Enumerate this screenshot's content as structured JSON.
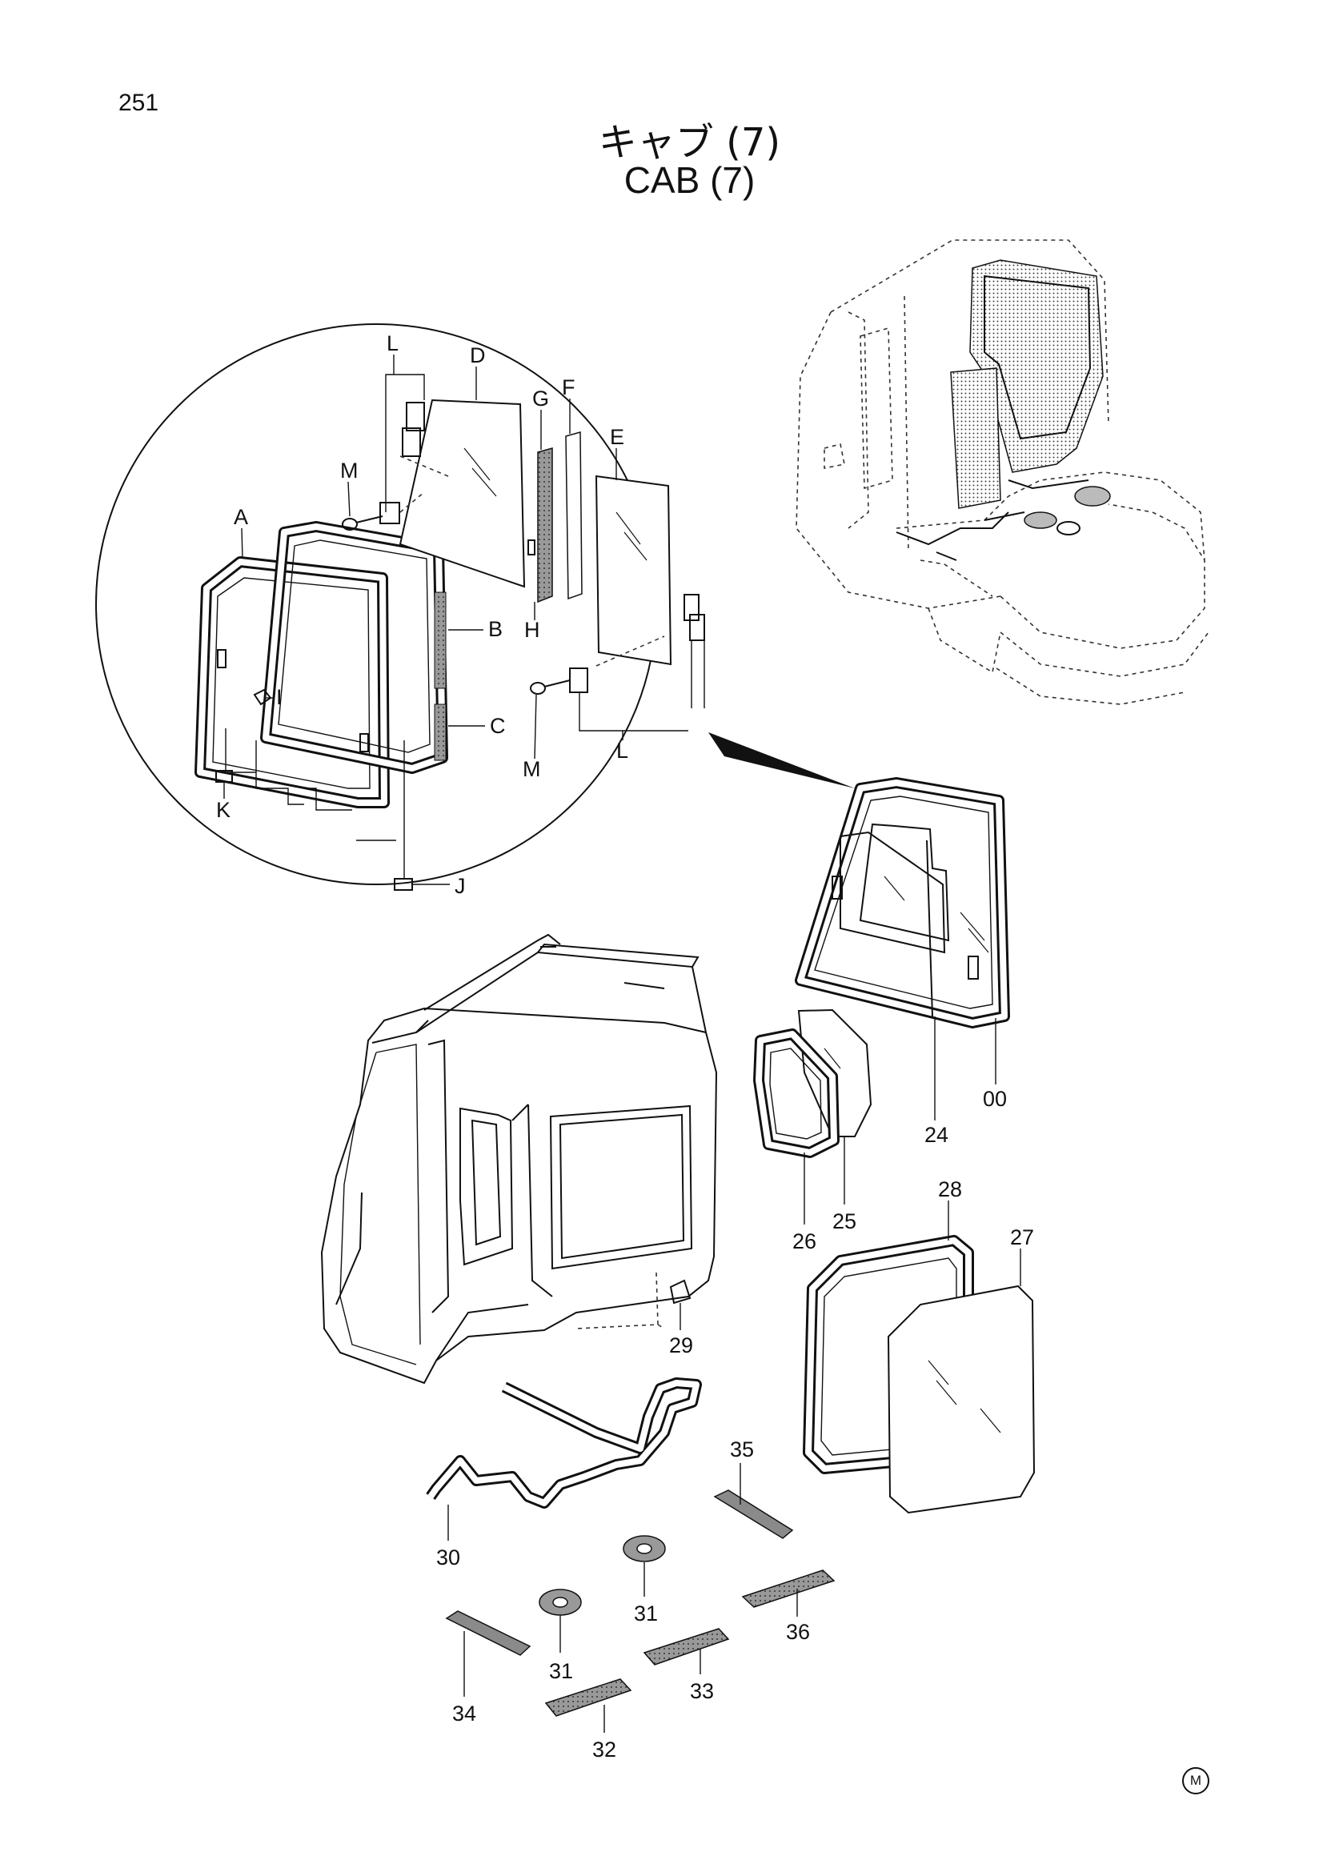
{
  "page_number": "251",
  "title_jp": "キャブ (7)",
  "title_en": "CAB (7)",
  "corner_mark": "M",
  "callouts": {
    "A": "A",
    "B": "B",
    "C": "C",
    "D": "D",
    "E": "E",
    "F": "F",
    "G": "G",
    "H": "H",
    "I": "I",
    "J": "J",
    "K": "K",
    "L1": "L",
    "L2": "L",
    "M1": "M",
    "M2": "M",
    "p00": "00",
    "p24": "24",
    "p25": "25",
    "p26": "26",
    "p27": "27",
    "p28": "28",
    "p29": "29",
    "p30": "30",
    "p31a": "31",
    "p31b": "31",
    "p32": "32",
    "p33": "33",
    "p34": "34",
    "p35": "35",
    "p36": "36"
  }
}
